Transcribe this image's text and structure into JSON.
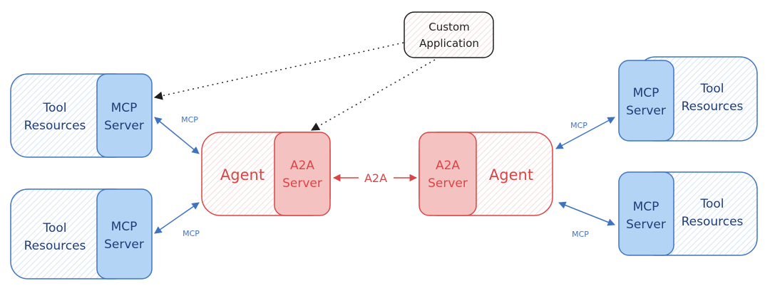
{
  "custom_app": {
    "line1": "Custom",
    "line2": "Application"
  },
  "tool_resources": {
    "line1": "Tool",
    "line2": "Resources"
  },
  "mcp_server": {
    "line1": "MCP",
    "line2": "Server"
  },
  "a2a_server": {
    "line1": "A2A",
    "line2": "Server"
  },
  "agent_label": "Agent",
  "edges": {
    "mcp": "MCP",
    "a2a": "A2A"
  },
  "colors": {
    "blue_stroke": "#3f73c2",
    "blue_fill": "#b3d4f5",
    "red_stroke": "#d94545",
    "red_fill": "#f5c2c2",
    "hatch_blue": "#c7dcf3",
    "hatch_red": "#f3cccc",
    "custom_stroke": "#1e1e1e"
  }
}
